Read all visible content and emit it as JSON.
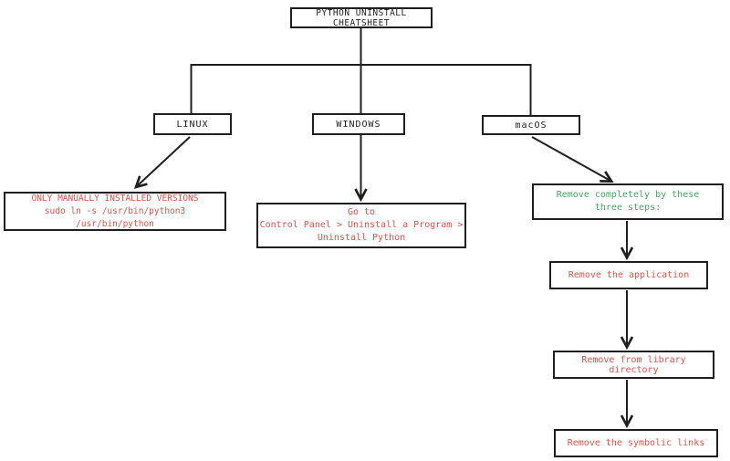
{
  "diagram": {
    "title": "PYTHON UNINSTALL CHEATSHEET",
    "branches": {
      "linux": {
        "label": "LINUX",
        "detail": "ONLY MANUALLY INSTALLED VERSIONS\nsudo ln -s /usr/bin/python3 /usr/bin/python"
      },
      "windows": {
        "label": "WINDOWS",
        "detail": "Go to\nControl Panel > Uninstall a Program >\nUninstall Python"
      },
      "macos": {
        "label": "macOS",
        "intro": "Remove completely by these\nthree steps:",
        "steps": [
          "Remove the application",
          "Remove from library directory",
          "Remove the symbolic links"
        ]
      }
    },
    "colors": {
      "line": "#1f1f1f",
      "warning_text": "#e05149",
      "info_text": "#3fa863",
      "bg": "#ffffff"
    }
  }
}
